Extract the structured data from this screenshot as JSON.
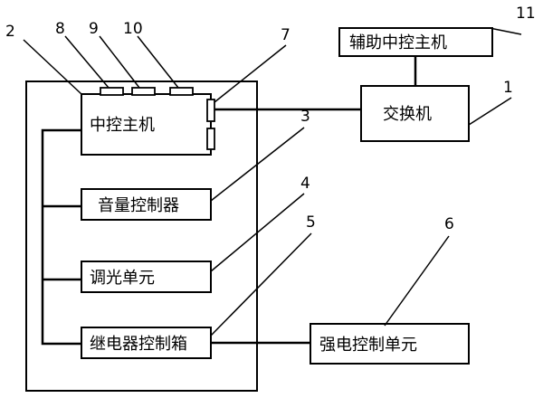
{
  "blocks": {
    "central_host": "中控主机",
    "volume_controller": "音量控制器",
    "dimming_unit": "调光单元",
    "relay_box": "继电器控制箱",
    "switch": "交换机",
    "aux_host": "辅助中控主机",
    "power_unit": "强电控制单元"
  },
  "refs": {
    "r1": "1",
    "r2": "2",
    "r3": "3",
    "r4": "4",
    "r5": "5",
    "r6": "6",
    "r7": "7",
    "r8": "8",
    "r9": "9",
    "r10": "10",
    "r11": "11"
  }
}
